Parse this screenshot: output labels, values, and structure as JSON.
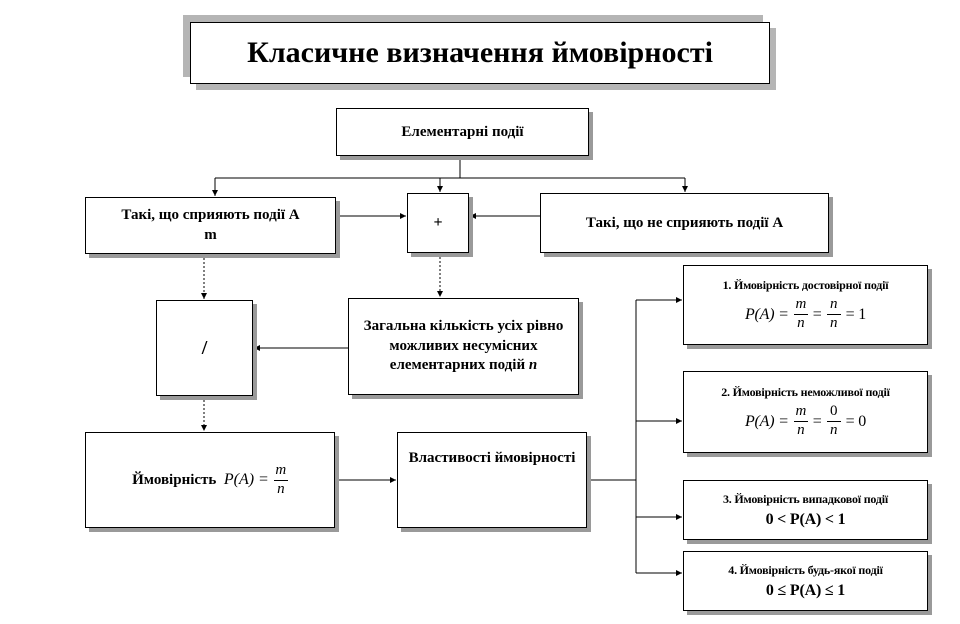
{
  "title": "Класичне визначення ймовірності",
  "elementary_events": "Елементарні події",
  "favorable": {
    "line1": "Такі, що сприяють події A",
    "line2": "m"
  },
  "plus": "+",
  "unfavorable": "Такі, що не сприяють події A",
  "divide": "/",
  "total": {
    "text": "Загальна кількість усіх рівно можливих несумісних елементарних подій",
    "var": "n"
  },
  "probability": {
    "label": "Ймовірність",
    "lhs": "P(A) =",
    "num": "m",
    "den": "n"
  },
  "properties_title": "Властивості ймовірності",
  "properties": [
    {
      "title": "1. Ймовірність  достовірної події",
      "lhs": "P(A) =",
      "f1_num": "m",
      "f1_den": "n",
      "f2_num": "n",
      "f2_den": "n",
      "result": "= 1"
    },
    {
      "title": "2. Ймовірність  неможливої події",
      "lhs": "P(A) =",
      "f1_num": "m",
      "f1_den": "n",
      "f2_num": "0",
      "f2_den": "n",
      "result": "= 0"
    },
    {
      "title": "3. Ймовірність  випадкової події",
      "inequality": "0 < P(A) < 1"
    },
    {
      "title": "4. Ймовірність  будь-якої  події",
      "inequality": "0 ≤ P(A) ≤ 1"
    }
  ]
}
